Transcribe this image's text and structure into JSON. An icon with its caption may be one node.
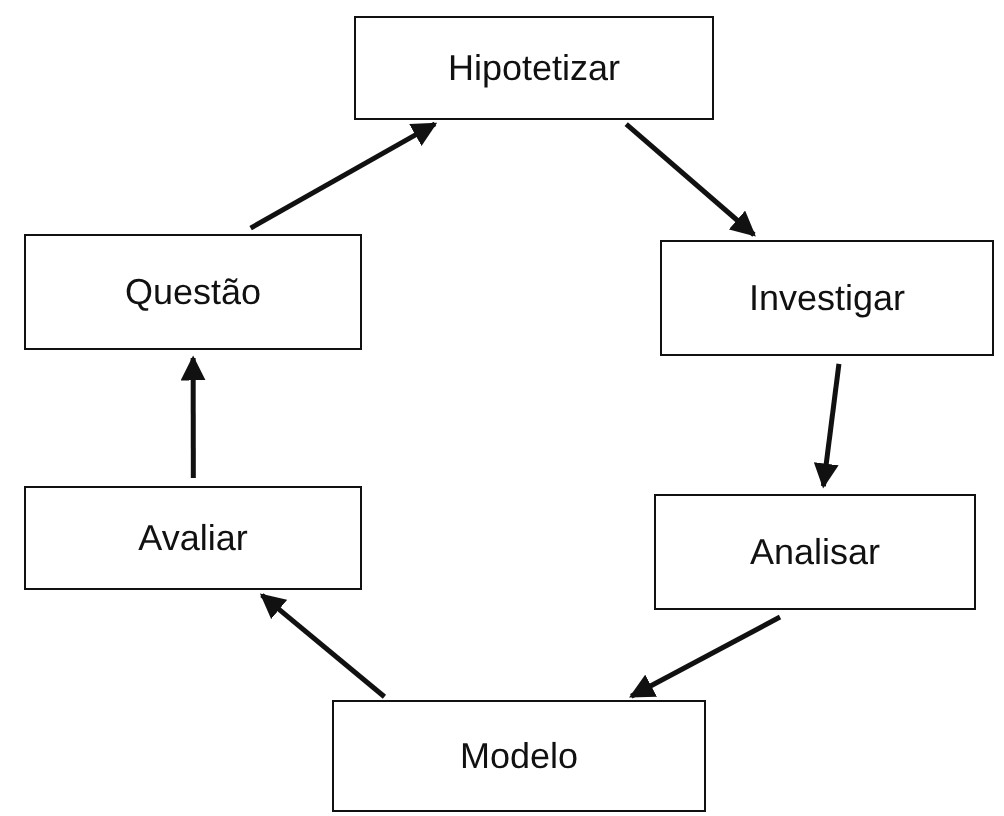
{
  "diagram": {
    "nodes": [
      {
        "text": [
          "Hipotetizar"
        ]
      },
      {
        "text": [
          "Investigar"
        ]
      },
      {
        "text": [
          "Analisar"
        ]
      },
      {
        "text": [
          "Modelo"
        ]
      },
      {
        "text": [
          "Avaliar"
        ]
      },
      {
        "text": [
          "Questão"
        ]
      }
    ],
    "edges": [
      {
        "from": 5,
        "to": 0,
        "arrow": "to"
      },
      {
        "from": 0,
        "to": 1,
        "arrow": "to"
      },
      {
        "from": 1,
        "to": 2,
        "arrow": "to"
      },
      {
        "from": 2,
        "to": 3,
        "arrow": "to"
      },
      {
        "from": 3,
        "to": 4,
        "arrow": "to"
      },
      {
        "from": 4,
        "to": 5,
        "arrow": "to"
      }
    ]
  }
}
